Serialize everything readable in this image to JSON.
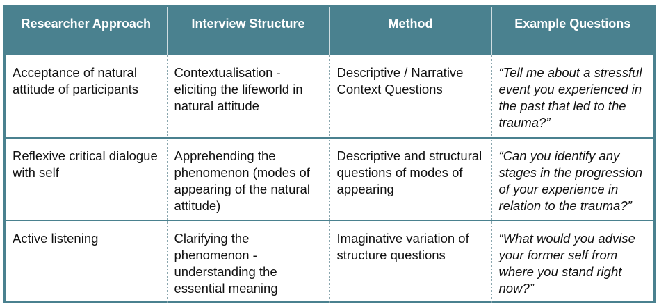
{
  "columns": [
    "Researcher Approach",
    "Interview Structure",
    "Method",
    "Example Questions"
  ],
  "rows": [
    {
      "researcher_approach": "Acceptance of natural attitude of participants",
      "interview_structure": "Contextualisation -eliciting the lifeworld in natural attitude",
      "method": "Descriptive / Narrative Context Questions",
      "example_questions": "“Tell me about a stressful event you experienced in the past that led to the trauma?”"
    },
    {
      "researcher_approach": "Reflexive critical dialogue with self",
      "interview_structure": "Apprehending the phenomenon (modes of appearing of the natural attitude)",
      "method": "Descriptive and structural questions of modes of appearing",
      "example_questions": "“Can you identify any stages in the progression of your experience in relation to the trauma?”"
    },
    {
      "researcher_approach": "Active listening",
      "interview_structure": "Clarifying the phenomenon - understanding the essential meaning",
      "method": "Imaginative variation of structure questions",
      "example_questions": "“What would you advise your former self from where you stand right now?”"
    }
  ],
  "colors": {
    "header_background": "#4a818f",
    "header_text": "#ffffff",
    "body_text": "#111111"
  }
}
